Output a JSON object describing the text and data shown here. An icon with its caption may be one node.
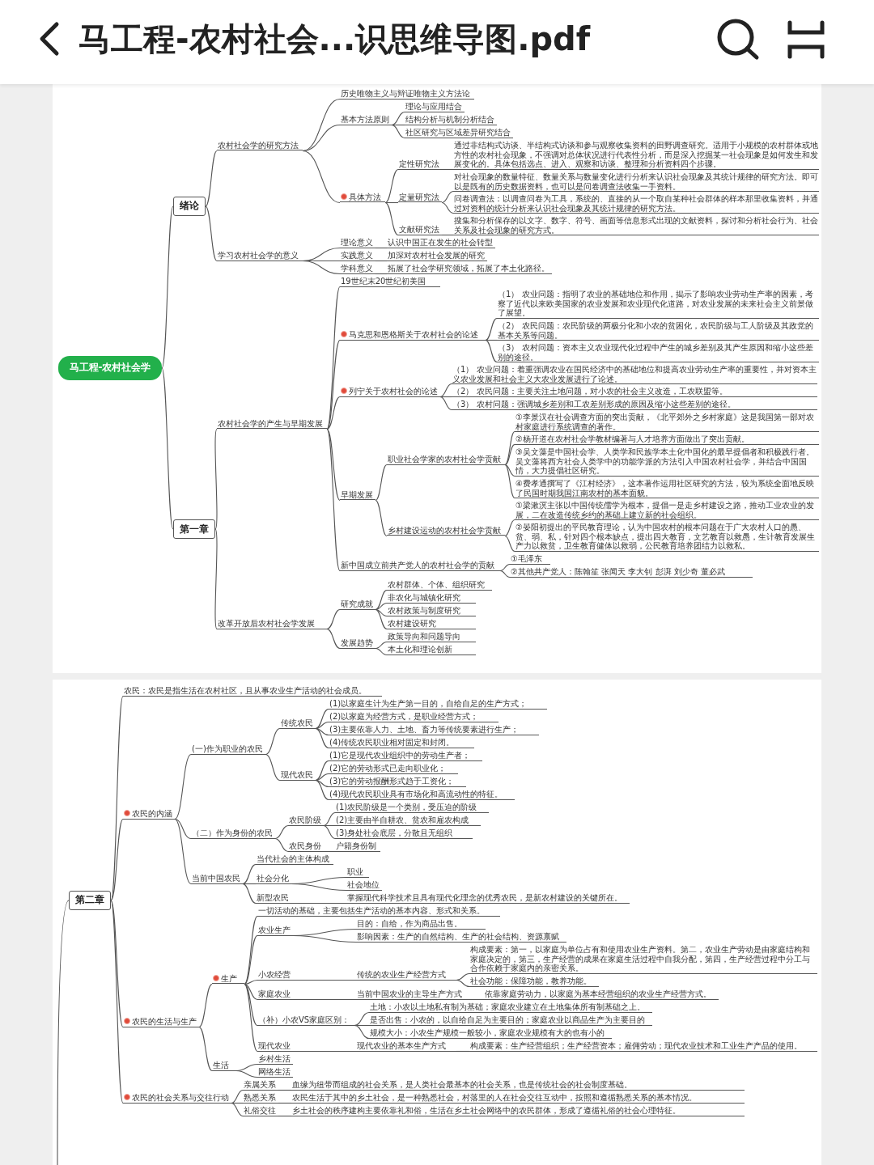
{
  "diagram": {
    "title": "马工程-农村社会...识思维导图.pdf",
    "nodes": [
      {
        "text": [
          "马工程-农村社会学"
        ]
      },
      {
        "text": [
          "绪论"
        ]
      },
      {
        "text": [
          "第一章"
        ]
      },
      {
        "text": [
          "农村社会学的研究方法"
        ]
      },
      {
        "text": [
          "学习农村社会学的意义"
        ]
      },
      {
        "text": [
          "历史唯物主义与辩证唯物主义方法论"
        ]
      },
      {
        "text": [
          "基本方法原则"
        ]
      },
      {
        "text": [
          "具体方法"
        ]
      },
      {
        "text": [
          "理论与应用结合"
        ]
      },
      {
        "text": [
          "结构分析与机制分析结合"
        ]
      },
      {
        "text": [
          "社区研究与区域差异研究结合"
        ]
      },
      {
        "text": [
          "定性研究法"
        ]
      },
      {
        "text": [
          "定量研究法"
        ]
      },
      {
        "text": [
          "文献研究法"
        ]
      },
      {
        "text": [
          "通过非结构式访谈、半结构式访谈和参与观察收集资料的田野调查研究。适用于小规模的农村群体或地方性的农村社会现象，不强调对总体状况进行代表性分析，而是深入挖掘某一社会现象是如何发生和发展变化的。具体包括选点、进入、观察和访谈、整理和分析资料四个步骤。"
        ]
      },
      {
        "text": [
          "对社会现象的数量特征、数量关系与数量变化进行分析来认识社会现象及其统计规律的研究方法。即可以是既有的历史数据资料，也可以是问卷调查法收集一手资料。"
        ]
      },
      {
        "text": [
          "问卷调查法：以调查问卷为工具，系统的、直接的从一个取自某种社会群体的样本那里收集资料，并通过对资料的统计分析来认识社会现象及其统计规律的研究方法。"
        ]
      },
      {
        "text": [
          "搜集和分析保存的以文字、数字、符号、画面等信息形式出现的文献资料，探讨和分析社会行为、社会关系及社会现象的研究方式。"
        ]
      },
      {
        "text": [
          "理论意义"
        ]
      },
      {
        "text": [
          "认识中国正在发生的社会转型"
        ]
      },
      {
        "text": [
          "实践意义"
        ]
      },
      {
        "text": [
          "加深对农村社会发展的研究"
        ]
      },
      {
        "text": [
          "学科意义"
        ]
      },
      {
        "text": [
          "拓展了社会学研究领域，拓展了本土化路径。"
        ]
      },
      {
        "text": [
          "农村社会学的产生与早期发展"
        ]
      },
      {
        "text": [
          "改革开放后农村社会学发展"
        ]
      },
      {
        "text": [
          "19世纪末20世纪初美国"
        ]
      },
      {
        "text": [
          "马克思和恩格斯关于农村社会的论述"
        ]
      },
      {
        "text": [
          "列宁关于农村社会的论述"
        ]
      },
      {
        "text": [
          "早期发展"
        ]
      },
      {
        "text": [
          "新中国成立前共产党人的农村社会学的贡献"
        ]
      },
      {
        "text": [
          "（1） 农业问题：指明了农业的基础地位和作用，揭示了影响农业劳动生产率的因素，考察了近代以来欧美国家的农业发展和农业现代化道路，对农业发展的未来社会主义前景做了展望。"
        ]
      },
      {
        "text": [
          "（2） 农民问题：农民阶级的两极分化和小农的贫困化，农民阶级与工人阶级及其政党的基本关系等问题。"
        ]
      },
      {
        "text": [
          "（3） 农村问题：资本主义农业现代化过程中产生的城乡差别及其产生原因和缩小这些差别的途径。"
        ]
      },
      {
        "text": [
          "（1） 农业问题：着重强调农业在国民经济中的基础地位和提高农业劳动生产率的重要性，并对资本主义农业发展和社会主义大农业发展进行了论述。"
        ]
      },
      {
        "text": [
          "（2） 农民问题：主要关注土地问题，对小农的社会主义改造，工农联盟等。"
        ]
      },
      {
        "text": [
          "（3） 农村问题：强调城乡差别和工农差别形成的原因及缩小这些差别的途径。"
        ]
      },
      {
        "text": [
          "职业社会学家的农村社会学贡献"
        ]
      },
      {
        "text": [
          "乡村建设运动的农村社会学贡献"
        ]
      },
      {
        "text": [
          "①李景汉在社会调查方面的突出贡献，《北平郊外之乡村家庭》这是我国第一部对农村家庭进行系统调查的著作。"
        ]
      },
      {
        "text": [
          "②杨开道在农村社会学教材编著与人才培养方面做出了突出贡献。"
        ]
      },
      {
        "text": [
          "③吴文藻是中国社会学、人类学和民族学本土化中国化的最早提倡者和积极践行者。吴文藻将西方社会人类学中的功能学派的方法引入中国农村社会学，并结合中国国情，大力提倡社区研究。"
        ]
      },
      {
        "text": [
          "④费孝通撰写了《江村经济》，这本著作运用社区研究的方法，较为系统全面地反映了民国时期我国江南农村的基本面貌。"
        ]
      },
      {
        "text": [
          "①梁漱溟主张以中国传统儒学为根本，提倡一是走乡村建设之路，推动工业农业的发展，二在改造传统乡约的基础上建立新的社会组织。"
        ]
      },
      {
        "text": [
          "②晏阳初提出的平民教育理论，认为中国农村的根本问题在于广大农村人口的愚、贫、弱、私，针对四个根本缺点，提出四大教育，文艺教育以救愚，生计教育发展生产力以救贫，卫生教育健体以救弱，公民教育培养团结力以救私。"
        ]
      },
      {
        "text": [
          "①毛泽东"
        ]
      },
      {
        "text": [
          "②其他共产党人：陈翰笙 张闻天 李大钊 彭湃 刘少奇 董必武"
        ]
      },
      {
        "text": [
          "研究成就"
        ]
      },
      {
        "text": [
          "发展趋势"
        ]
      },
      {
        "text": [
          "农村群体、个体、组织研究"
        ]
      },
      {
        "text": [
          "非农化与城镇化研究"
        ]
      },
      {
        "text": [
          "农村政策与制度研究"
        ]
      },
      {
        "text": [
          "农村建设研究"
        ]
      },
      {
        "text": [
          "政策导向和问题导向"
        ]
      },
      {
        "text": [
          "本土化和理论创新"
        ]
      },
      {
        "text": [
          "第二章"
        ]
      },
      {
        "text": [
          "农民：农民是指生活在农村社区，且从事农业生产活动的社会成员。"
        ]
      },
      {
        "text": [
          "农民的内涵"
        ]
      },
      {
        "text": [
          "农民的生活与生产"
        ]
      },
      {
        "text": [
          "农民的社会关系与交往行动"
        ]
      },
      {
        "text": [
          "(一)作为职业的农民"
        ]
      },
      {
        "text": [
          "（二）作为身份的农民"
        ]
      },
      {
        "text": [
          "当前中国农民"
        ]
      },
      {
        "text": [
          "传统农民"
        ]
      },
      {
        "text": [
          "现代农民"
        ]
      },
      {
        "text": [
          "(1)以家庭生计为生产第一目的，自给自足的生产方式；"
        ]
      },
      {
        "text": [
          "(2)以家庭为经营方式，是职业经营方式；"
        ]
      },
      {
        "text": [
          "(3)主要依靠人力、土地、畜力等传统要素进行生产；"
        ]
      },
      {
        "text": [
          "(4)传统农民职业相对固定和封闭。"
        ]
      },
      {
        "text": [
          "(1)它是现代农业组织中的劳动生产者；"
        ]
      },
      {
        "text": [
          "(2)它的劳动形式已走向职业化；"
        ]
      },
      {
        "text": [
          "(3)它的劳动报酬形式趋于工资化；"
        ]
      },
      {
        "text": [
          "(4)现代农民职业具有市场化和高流动性的特征。"
        ]
      },
      {
        "text": [
          "农民阶级"
        ]
      },
      {
        "text": [
          "农民身份"
        ]
      },
      {
        "text": [
          "(1)农民阶级是一个类别，受压迫的阶级"
        ]
      },
      {
        "text": [
          "(2)主要由半自耕农、贫农和雇农构成"
        ]
      },
      {
        "text": [
          "(3)身处社会底层，分散且无组织"
        ]
      },
      {
        "text": [
          "户籍身份制"
        ]
      },
      {
        "text": [
          "当代社会的主体构成"
        ]
      },
      {
        "text": [
          "社会分化"
        ]
      },
      {
        "text": [
          "新型农民"
        ]
      },
      {
        "text": [
          "职业"
        ]
      },
      {
        "text": [
          "社会地位"
        ]
      },
      {
        "text": [
          "掌握现代科学技术且具有现代化理念的优秀农民，是新农村建设的关键所在。"
        ]
      },
      {
        "text": [
          "生产"
        ]
      },
      {
        "text": [
          "生活"
        ]
      },
      {
        "text": [
          "一切活动的基础，主要包括生产活动的基本内容、形式和关系。"
        ]
      },
      {
        "text": [
          "农业生产"
        ]
      },
      {
        "text": [
          "小农经营"
        ]
      },
      {
        "text": [
          "家庭农业"
        ]
      },
      {
        "text": [
          "（补）小农VS家庭区别："
        ]
      },
      {
        "text": [
          "现代农业"
        ]
      },
      {
        "text": [
          "目的：自给，作为商品出售。"
        ]
      },
      {
        "text": [
          "影响因素：生产的自然结构、生产的社会结构、资源禀赋"
        ]
      },
      {
        "text": [
          "传统的农业生产经营方式"
        ]
      },
      {
        "text": [
          "构成要素：第一，以家庭为单位占有和使用农业生产资料。第二，农业生产劳动是由家庭结构和家庭决定的，第三，生产经营的成果在家庭生活过程中自我分配，第四，生产经营过程中分工与合作依赖于家庭内的亲密关系。"
        ]
      },
      {
        "text": [
          "社会功能：保障功能，教养功能。"
        ]
      },
      {
        "text": [
          "当前中国农业的主导生产方式"
        ]
      },
      {
        "text": [
          "依靠家庭劳动力，以家庭为基本经营组织的农业生产经营方式。"
        ]
      },
      {
        "text": [
          "土地：小农以土地私有制为基础；家庭农业建立在土地集体所有制基础之上。"
        ]
      },
      {
        "text": [
          "是否出售：小农的，以自给自足为主要目的；家庭农业以商品生产为主要目的"
        ]
      },
      {
        "text": [
          "规模大小：小农生产规模一般较小，家庭农业规模有大的也有小的"
        ]
      },
      {
        "text": [
          "现代农业的基本生产方式"
        ]
      },
      {
        "text": [
          "构成要素：生产经营组织；生产经营资本；雇佣劳动；现代农业技术和工业生产产品的使用。"
        ]
      },
      {
        "text": [
          "乡村生活"
        ]
      },
      {
        "text": [
          "网络生活"
        ]
      },
      {
        "text": [
          "亲属关系"
        ]
      },
      {
        "text": [
          "血缘为纽带而组成的社会关系，是人类社会最基本的社会关系，也是传统社会的社会制度基础。"
        ]
      },
      {
        "text": [
          "熟悉关系"
        ]
      },
      {
        "text": [
          "农民生活于其中的乡土社会，是一种熟悉社会，村落里的人在社会交往互动中，按照和遵循熟悉关系的基本情况。"
        ]
      },
      {
        "text": [
          "礼俗交往"
        ]
      },
      {
        "text": [
          "乡土社会的秩序建构主要依靠礼和俗，生活在乡土社会网络中的农民群体，形成了遵循礼俗的社会心理特征。"
        ]
      }
    ],
    "edges": [
      {
        "from": 0,
        "to": 1,
        "arrow": "none"
      },
      {
        "from": 0,
        "to": 2,
        "arrow": "none"
      },
      {
        "from": 1,
        "to": 3,
        "arrow": "none"
      },
      {
        "from": 1,
        "to": 4,
        "arrow": "none"
      },
      {
        "from": 3,
        "to": 5,
        "arrow": "none"
      },
      {
        "from": 3,
        "to": 6,
        "arrow": "none"
      },
      {
        "from": 3,
        "to": 7,
        "arrow": "none"
      },
      {
        "from": 6,
        "to": 8,
        "arrow": "none"
      },
      {
        "from": 6,
        "to": 9,
        "arrow": "none"
      },
      {
        "from": 6,
        "to": 10,
        "arrow": "none"
      },
      {
        "from": 7,
        "to": 11,
        "arrow": "none"
      },
      {
        "from": 7,
        "to": 12,
        "arrow": "none"
      },
      {
        "from": 7,
        "to": 13,
        "arrow": "none"
      },
      {
        "from": 11,
        "to": 14,
        "arrow": "none"
      },
      {
        "from": 12,
        "to": 15,
        "arrow": "none"
      },
      {
        "from": 12,
        "to": 16,
        "arrow": "none"
      },
      {
        "from": 13,
        "to": 17,
        "arrow": "none"
      },
      {
        "from": 4,
        "to": 18,
        "arrow": "none"
      },
      {
        "from": 4,
        "to": 20,
        "arrow": "none"
      },
      {
        "from": 4,
        "to": 22,
        "arrow": "none"
      },
      {
        "from": 18,
        "to": 19,
        "arrow": "none"
      },
      {
        "from": 20,
        "to": 21,
        "arrow": "none"
      },
      {
        "from": 22,
        "to": 23,
        "arrow": "none"
      },
      {
        "from": 2,
        "to": 24,
        "arrow": "none"
      },
      {
        "from": 2,
        "to": 25,
        "arrow": "none"
      },
      {
        "from": 24,
        "to": 26,
        "arrow": "none"
      },
      {
        "from": 24,
        "to": 27,
        "arrow": "none"
      },
      {
        "from": 24,
        "to": 28,
        "arrow": "none"
      },
      {
        "from": 24,
        "to": 29,
        "arrow": "none"
      },
      {
        "from": 24,
        "to": 30,
        "arrow": "none"
      },
      {
        "from": 27,
        "to": 31,
        "arrow": "none"
      },
      {
        "from": 27,
        "to": 32,
        "arrow": "none"
      },
      {
        "from": 27,
        "to": 33,
        "arrow": "none"
      },
      {
        "from": 28,
        "to": 34,
        "arrow": "none"
      },
      {
        "from": 28,
        "to": 35,
        "arrow": "none"
      },
      {
        "from": 28,
        "to": 36,
        "arrow": "none"
      },
      {
        "from": 29,
        "to": 37,
        "arrow": "none"
      },
      {
        "from": 29,
        "to": 38,
        "arrow": "none"
      },
      {
        "from": 37,
        "to": 39,
        "arrow": "none"
      },
      {
        "from": 37,
        "to": 40,
        "arrow": "none"
      },
      {
        "from": 37,
        "to": 41,
        "arrow": "none"
      },
      {
        "from": 37,
        "to": 42,
        "arrow": "none"
      },
      {
        "from": 38,
        "to": 43,
        "arrow": "none"
      },
      {
        "from": 38,
        "to": 44,
        "arrow": "none"
      },
      {
        "from": 30,
        "to": 45,
        "arrow": "none"
      },
      {
        "from": 30,
        "to": 46,
        "arrow": "none"
      },
      {
        "from": 25,
        "to": 47,
        "arrow": "none"
      },
      {
        "from": 25,
        "to": 48,
        "arrow": "none"
      },
      {
        "from": 47,
        "to": 49,
        "arrow": "none"
      },
      {
        "from": 47,
        "to": 50,
        "arrow": "none"
      },
      {
        "from": 47,
        "to": 51,
        "arrow": "none"
      },
      {
        "from": 47,
        "to": 52,
        "arrow": "none"
      },
      {
        "from": 48,
        "to": 53,
        "arrow": "none"
      },
      {
        "from": 48,
        "to": 54,
        "arrow": "none"
      },
      {
        "from": null,
        "to": 55,
        "arrow": "none"
      },
      {
        "from": 55,
        "to": 56,
        "arrow": "none"
      },
      {
        "from": 55,
        "to": 57,
        "arrow": "none"
      },
      {
        "from": 55,
        "to": 58,
        "arrow": "none"
      },
      {
        "from": 55,
        "to": 59,
        "arrow": "none"
      },
      {
        "from": 57,
        "to": 60,
        "arrow": "none"
      },
      {
        "from": 57,
        "to": 61,
        "arrow": "none"
      },
      {
        "from": 57,
        "to": 62,
        "arrow": "none"
      },
      {
        "from": 60,
        "to": 63,
        "arrow": "none"
      },
      {
        "from": 60,
        "to": 64,
        "arrow": "none"
      },
      {
        "from": 63,
        "to": 65,
        "arrow": "none"
      },
      {
        "from": 63,
        "to": 66,
        "arrow": "none"
      },
      {
        "from": 63,
        "to": 67,
        "arrow": "none"
      },
      {
        "from": 63,
        "to": 68,
        "arrow": "none"
      },
      {
        "from": 64,
        "to": 69,
        "arrow": "none"
      },
      {
        "from": 64,
        "to": 70,
        "arrow": "none"
      },
      {
        "from": 64,
        "to": 71,
        "arrow": "none"
      },
      {
        "from": 64,
        "to": 72,
        "arrow": "none"
      },
      {
        "from": 61,
        "to": 73,
        "arrow": "none"
      },
      {
        "from": 61,
        "to": 74,
        "arrow": "none"
      },
      {
        "from": 73,
        "to": 75,
        "arrow": "none"
      },
      {
        "from": 73,
        "to": 76,
        "arrow": "none"
      },
      {
        "from": 73,
        "to": 77,
        "arrow": "none"
      },
      {
        "from": 74,
        "to": 78,
        "arrow": "none"
      },
      {
        "from": 62,
        "to": 79,
        "arrow": "none"
      },
      {
        "from": 62,
        "to": 80,
        "arrow": "none"
      },
      {
        "from": 62,
        "to": 81,
        "arrow": "none"
      },
      {
        "from": 80,
        "to": 82,
        "arrow": "none"
      },
      {
        "from": 80,
        "to": 83,
        "arrow": "none"
      },
      {
        "from": 81,
        "to": 84,
        "arrow": "none"
      },
      {
        "from": 58,
        "to": 85,
        "arrow": "none"
      },
      {
        "from": 58,
        "to": 86,
        "arrow": "none"
      },
      {
        "from": 85,
        "to": 87,
        "arrow": "none"
      },
      {
        "from": 85,
        "to": 88,
        "arrow": "none"
      },
      {
        "from": 85,
        "to": 89,
        "arrow": "none"
      },
      {
        "from": 85,
        "to": 90,
        "arrow": "none"
      },
      {
        "from": 85,
        "to": 91,
        "arrow": "none"
      },
      {
        "from": 85,
        "to": 92,
        "arrow": "none"
      },
      {
        "from": 88,
        "to": 93,
        "arrow": "none"
      },
      {
        "from": 88,
        "to": 94,
        "arrow": "none"
      },
      {
        "from": 89,
        "to": 95,
        "arrow": "none"
      },
      {
        "from": 95,
        "to": 96,
        "arrow": "none"
      },
      {
        "from": 95,
        "to": 97,
        "arrow": "none"
      },
      {
        "from": 90,
        "to": 98,
        "arrow": "none"
      },
      {
        "from": 98,
        "to": 99,
        "arrow": "none"
      },
      {
        "from": 91,
        "to": 100,
        "arrow": "none"
      },
      {
        "from": 91,
        "to": 101,
        "arrow": "none"
      },
      {
        "from": 91,
        "to": 102,
        "arrow": "none"
      },
      {
        "from": 92,
        "to": 103,
        "arrow": "none"
      },
      {
        "from": 103,
        "to": 104,
        "arrow": "none"
      },
      {
        "from": 86,
        "to": 105,
        "arrow": "none"
      },
      {
        "from": 86,
        "to": 106,
        "arrow": "none"
      },
      {
        "from": 59,
        "to": 107,
        "arrow": "none"
      },
      {
        "from": 59,
        "to": 109,
        "arrow": "none"
      },
      {
        "from": 59,
        "to": 111,
        "arrow": "none"
      },
      {
        "from": 107,
        "to": 108,
        "arrow": "none"
      },
      {
        "from": 109,
        "to": 110,
        "arrow": "none"
      },
      {
        "from": 111,
        "to": 112,
        "arrow": "none"
      }
    ]
  }
}
